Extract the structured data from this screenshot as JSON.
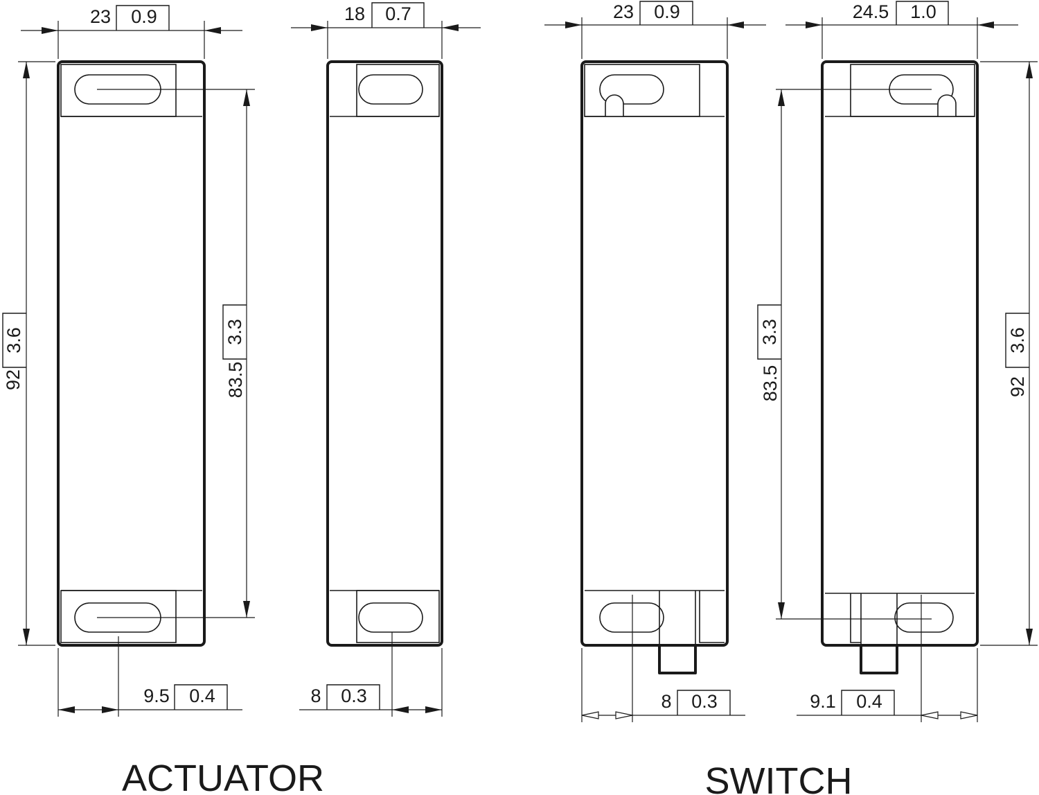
{
  "labels": {
    "actuator": "ACTUATOR",
    "switch": "SWITCH"
  },
  "actuator_front": {
    "width_mm": "23",
    "width_in": "0.9",
    "height_mm": "92",
    "height_in": "3.6",
    "hole_pitch_mm": "83.5",
    "hole_pitch_in": "3.3",
    "hole_offset_mm": "9.5",
    "hole_offset_in": "0.4"
  },
  "actuator_side": {
    "width_mm": "18",
    "width_in": "0.7",
    "hole_offset_mm": "8",
    "hole_offset_in": "0.3"
  },
  "switch_front": {
    "width_mm": "23",
    "width_in": "0.9",
    "hole_offset_mm": "8",
    "hole_offset_in": "0.3"
  },
  "switch_side": {
    "width_mm": "24.5",
    "width_in": "1.0",
    "height_mm": "92",
    "height_in": "3.6",
    "hole_pitch_mm": "83.5",
    "hole_pitch_in": "3.3",
    "hole_offset_mm": "9.1",
    "hole_offset_in": "0.4"
  }
}
